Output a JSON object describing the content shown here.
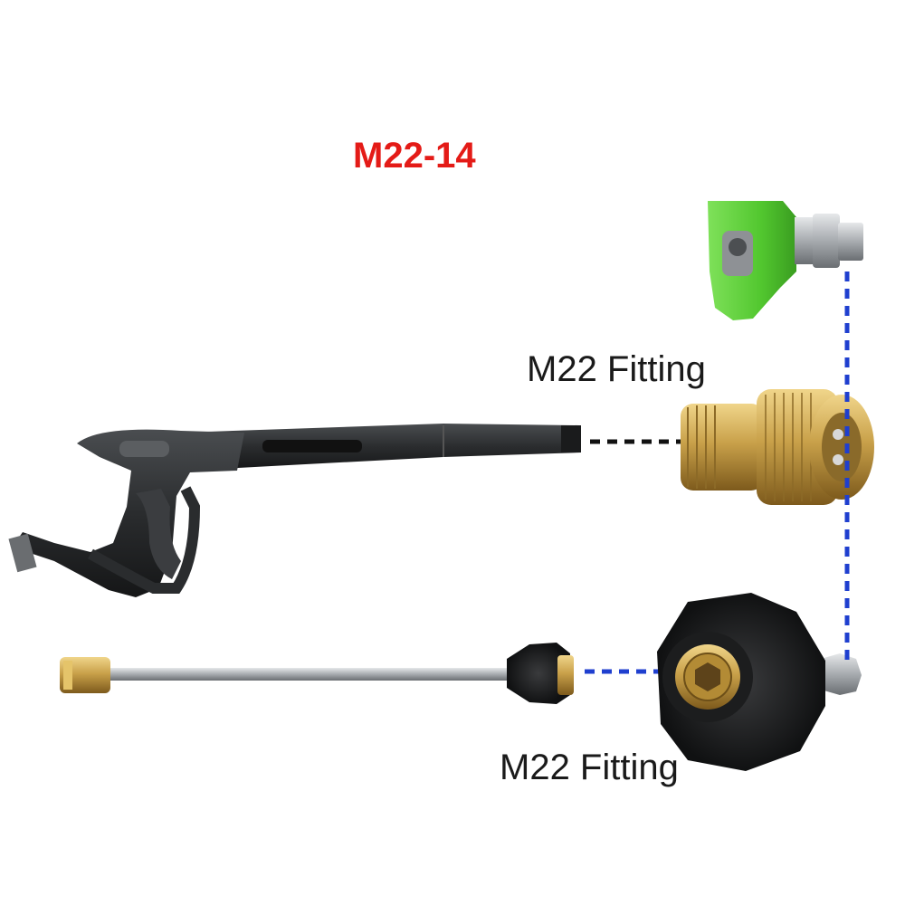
{
  "title": "M22-14",
  "labels": {
    "top_fitting": "M22 Fitting",
    "bottom_fitting": "M22 Fitting"
  },
  "colors": {
    "title": "#e41b17",
    "blue_line": "#1f3fcf",
    "black_line": "#111111",
    "nozzle_green": "#5ed13a",
    "brass": "#c9a14a",
    "gun_black": "#2a2c2e",
    "steel": "#b8bcc0"
  }
}
